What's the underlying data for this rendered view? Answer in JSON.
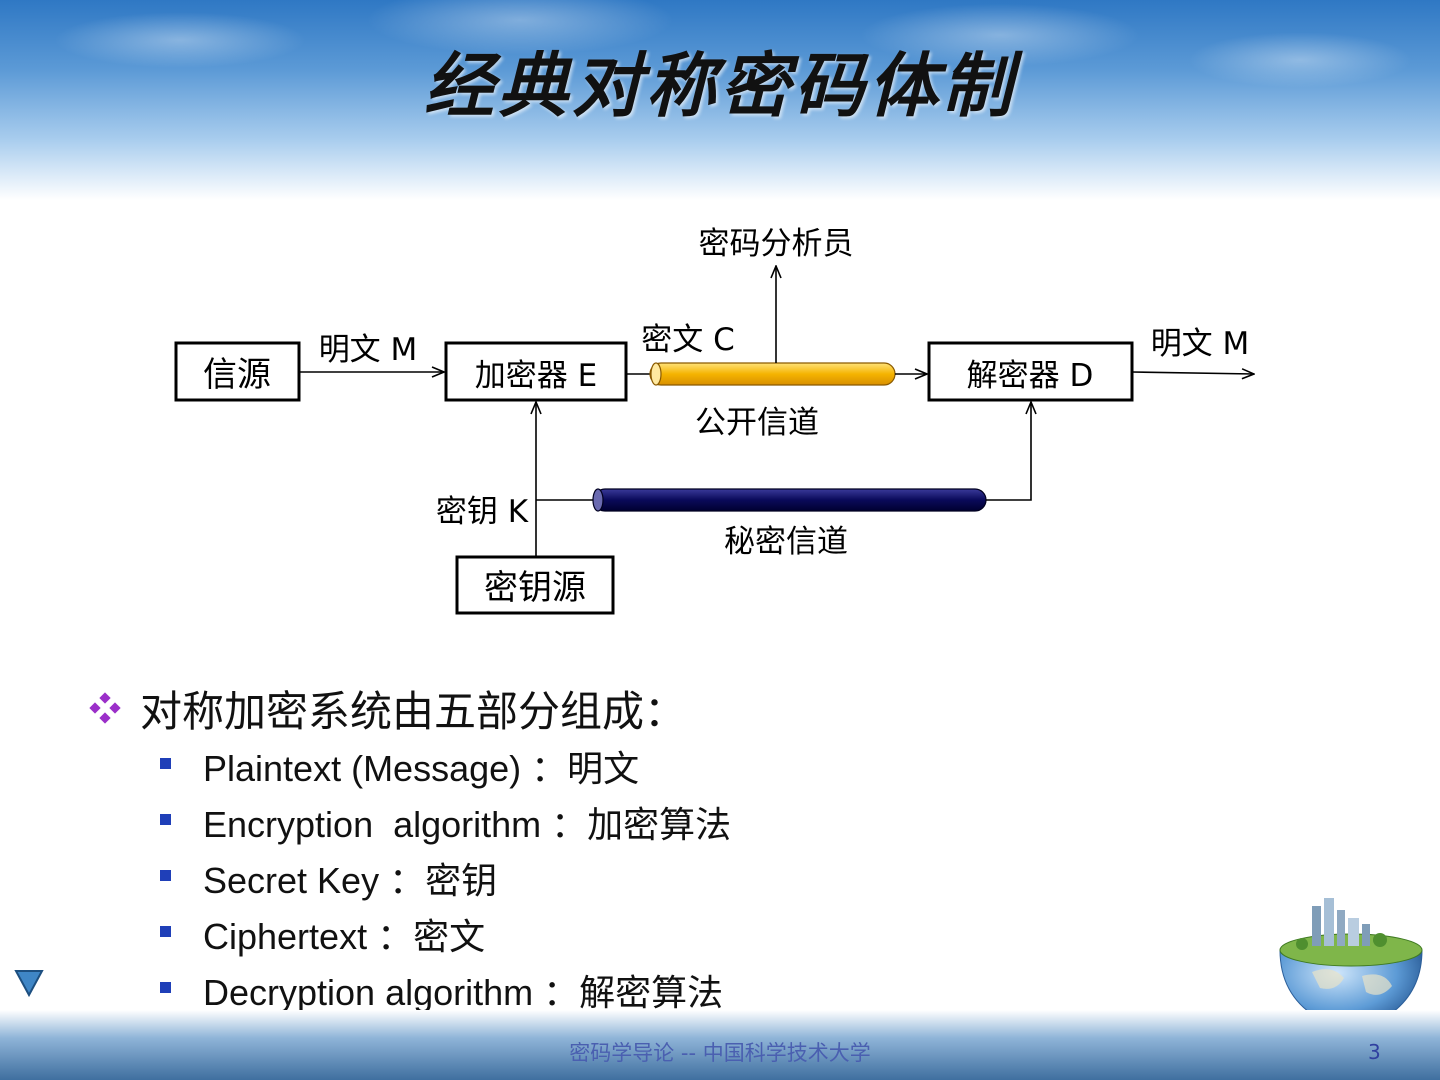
{
  "slide": {
    "title": "经典对称密码体制",
    "footer": "密码学导论 -- 中国科学技术大学",
    "page_number": "3"
  },
  "diagram": {
    "source": "信源",
    "plaintext_in": "明文 M",
    "encryptor": "加密器 E",
    "ciphertext": "密文 C",
    "analyst": "密码分析员",
    "public_channel": "公开信道",
    "decryptor": "解密器 D",
    "plaintext_out": "明文 M",
    "key": "密钥 K",
    "secret_channel": "秘密信道",
    "key_source": "密钥源"
  },
  "bullets": {
    "main": "对称加密系统由五部分组成：",
    "items": [
      "Plaintext (Message) ：明文",
      "Encryption  algorithm ：加密算法",
      "Secret Key ：密钥",
      "Ciphertext ：密文",
      "Decryption algorithm ：解密算法"
    ]
  },
  "colors": {
    "public_channel": "#f5b400",
    "secret_channel": "#0a0a5a",
    "bullet_main": "#9b2fc9",
    "bullet_sub": "#1f3fb8"
  }
}
